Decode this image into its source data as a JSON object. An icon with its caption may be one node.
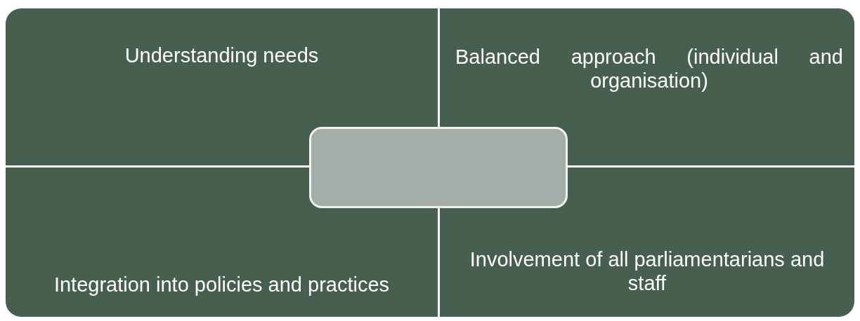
{
  "diagram": {
    "nodes": [
      {
        "text": [
          "Understanding needs"
        ]
      },
      {
        "text": [
          "Balanced approach (individual and organisation)"
        ]
      },
      {
        "text": [
          "Integration into policies and practices"
        ]
      },
      {
        "text": [
          "Involvement of all parliamentarians and staff"
        ]
      },
      {
        "text": [],
        "shape": "box"
      }
    ]
  }
}
